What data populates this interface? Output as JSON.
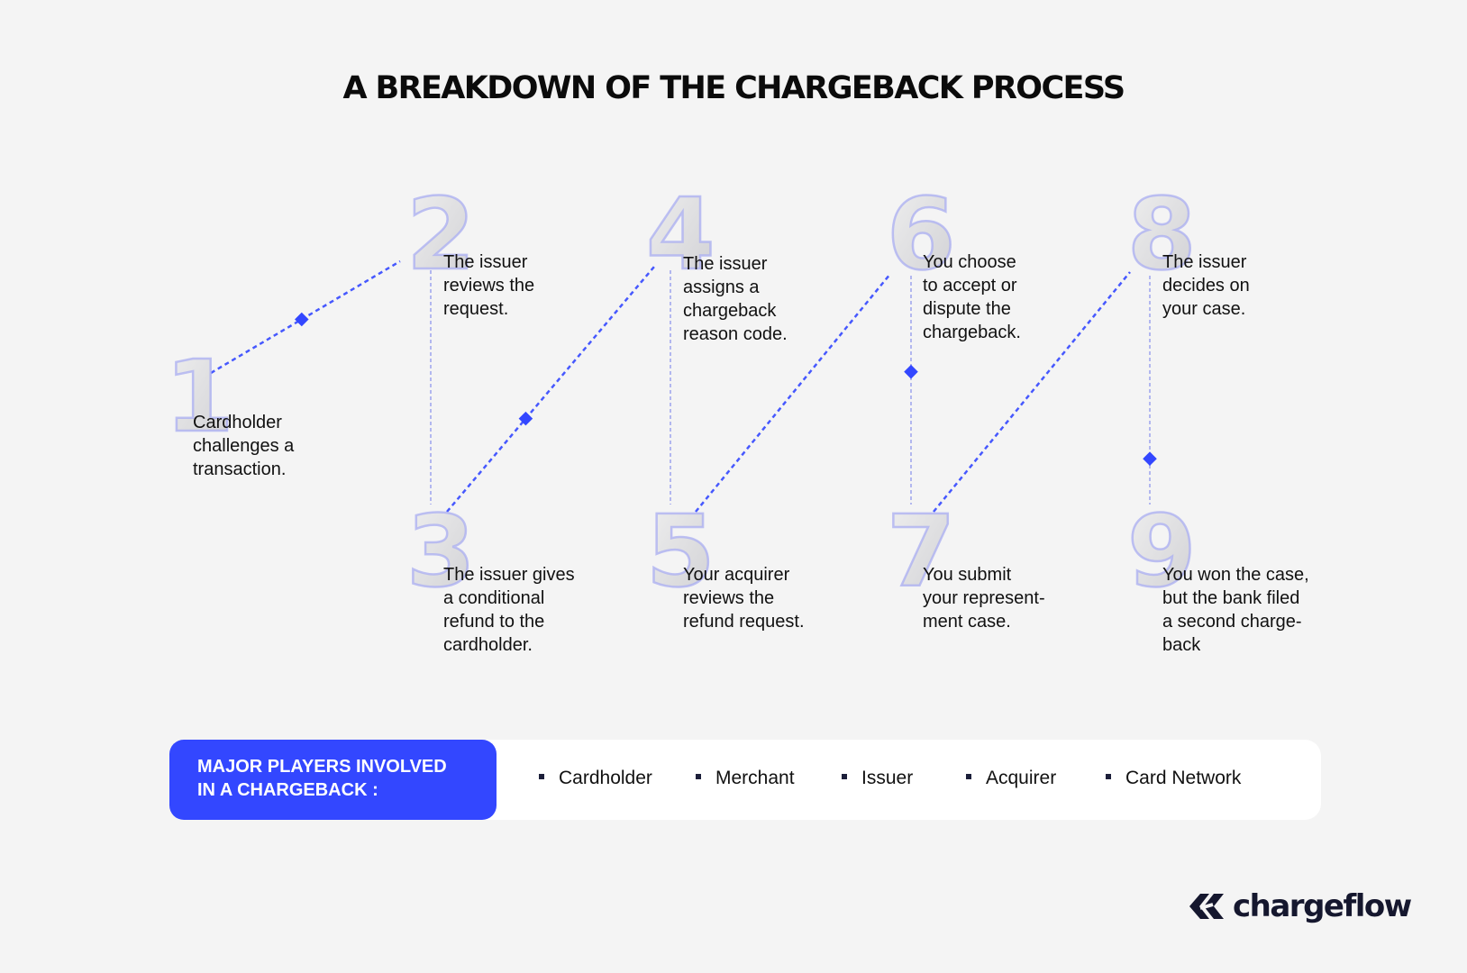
{
  "title": "A BREAKDOWN OF THE CHARGEBACK PROCESS",
  "colors": {
    "accent": "#3347ff",
    "background": "#f4f4f4",
    "numeral_fill": "#dcdcdc",
    "numeral_stroke": "#a9adf2"
  },
  "steps": [
    {
      "number": "1",
      "lines": [
        "Cardholder",
        "challenges a",
        "transaction."
      ]
    },
    {
      "number": "2",
      "lines": [
        "The issuer",
        "reviews the",
        "request."
      ]
    },
    {
      "number": "3",
      "lines": [
        "The issuer gives",
        "a conditional",
        "refund to the",
        "cardholder."
      ]
    },
    {
      "number": "4",
      "lines": [
        "The issuer",
        "assigns a",
        "chargeback",
        "reason code."
      ]
    },
    {
      "number": "5",
      "lines": [
        "Your acquirer",
        "reviews the",
        "refund request."
      ]
    },
    {
      "number": "6",
      "lines": [
        "You choose",
        "to accept or",
        "dispute the",
        "chargeback."
      ]
    },
    {
      "number": "7",
      "lines": [
        "You submit",
        "your represent-",
        "ment case."
      ]
    },
    {
      "number": "8",
      "lines": [
        "The issuer",
        "decides on",
        "your case."
      ]
    },
    {
      "number": "9",
      "lines": [
        "You won the case,",
        "but the bank filed",
        "a second charge-",
        "back"
      ]
    }
  ],
  "players": {
    "label_line1": "MAJOR PLAYERS INVOLVED",
    "label_line2": "IN A CHARGEBACK :",
    "items": [
      "Cardholder",
      "Merchant",
      "Issuer",
      "Acquirer",
      "Card Network"
    ]
  },
  "logo": {
    "wordmark": "chargeflow",
    "mark_icon": "chargeflow-chevron-logo-icon"
  }
}
